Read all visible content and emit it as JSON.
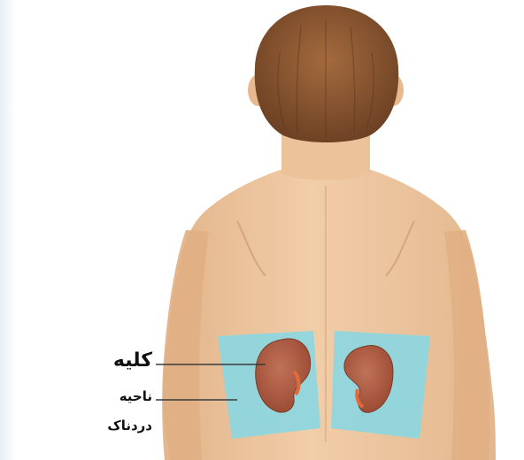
{
  "labels": {
    "kidney": "کلیه",
    "pain_region_line1": "ناحیه",
    "pain_region_line2": "دردناک"
  },
  "colors": {
    "skin": "#edc7a0",
    "hair": "#8a5430",
    "pain_region": "#8fd6de",
    "kidney": "#b45a3e",
    "kidney_highlight": "#e26a3a",
    "leader_line": "#3a3a3a"
  }
}
